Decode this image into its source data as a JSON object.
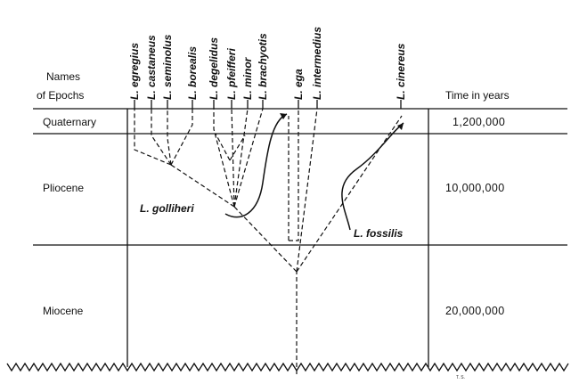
{
  "header": {
    "names_line1": "Names",
    "names_line2": "of Epochs",
    "time_header": "Time in years"
  },
  "epochs": [
    {
      "name": "Quaternary",
      "time": "1,200,000"
    },
    {
      "name": "Pliocene",
      "time": "10,000,000"
    },
    {
      "name": "Miocene",
      "time": "20,000,000"
    }
  ],
  "species": [
    "L. egregius",
    "L. castaneus",
    "L. seminolus",
    "L. borealis",
    "L. degelidus",
    "L. pfeifferi",
    "L. minor",
    "L. brachyotis",
    "L. ega",
    "L. intermedius",
    "L. cinereus"
  ],
  "fossils": {
    "golliheri": "L. golliheri",
    "fossilis": "L. fossilis"
  },
  "artist_initials": "T. S."
}
